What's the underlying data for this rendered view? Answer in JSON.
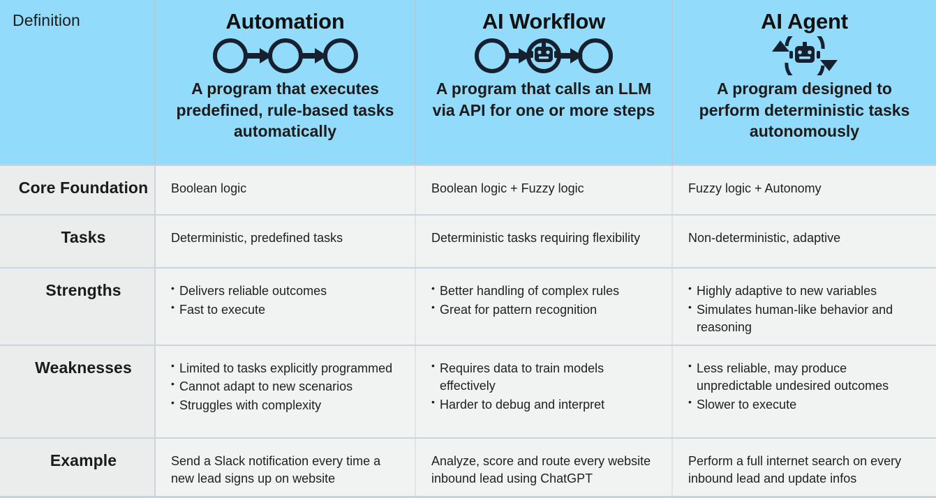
{
  "theme": {
    "header_bg": "#93dbfb",
    "label_bg": "#ebecec",
    "cell_bg": "#f1f2f2",
    "border": "#ccd5de",
    "text": "#1b1b1b"
  },
  "header": {
    "label": "Definition",
    "columns": [
      {
        "title": "Automation",
        "icon": "circle-arrow-circle-arrow-circle-icon",
        "description": "A program that executes predefined, rule-based tasks automatically"
      },
      {
        "title": "AI Workflow",
        "icon": "circle-arrow-robot-arrow-circle-icon",
        "description": "A program that calls an LLM via API for one or more steps"
      },
      {
        "title": "AI Agent",
        "icon": "robot-loop-arrows-icon",
        "description": "A program designed to perform deterministic tasks autonomously"
      }
    ]
  },
  "rows": [
    {
      "label": "Core Foundation",
      "cells": [
        {
          "type": "text",
          "text": "Boolean logic"
        },
        {
          "type": "text",
          "text": "Boolean logic + Fuzzy logic"
        },
        {
          "type": "text",
          "text": "Fuzzy logic + Autonomy"
        }
      ]
    },
    {
      "label": "Tasks",
      "cells": [
        {
          "type": "text",
          "text": "Deterministic, predefined tasks"
        },
        {
          "type": "text",
          "text": "Deterministic tasks requiring flexibility"
        },
        {
          "type": "text",
          "text": "Non-deterministic, adaptive"
        }
      ]
    },
    {
      "label": "Strengths",
      "cells": [
        {
          "type": "bullets",
          "items": [
            "Delivers reliable outcomes",
            "Fast to execute"
          ]
        },
        {
          "type": "bullets",
          "items": [
            "Better handling of complex rules",
            "Great for pattern recognition"
          ]
        },
        {
          "type": "bullets",
          "items": [
            "Highly adaptive to new variables",
            "Simulates human-like behavior and reasoning"
          ]
        }
      ]
    },
    {
      "label": "Weaknesses",
      "cells": [
        {
          "type": "bullets",
          "items": [
            "Limited to tasks explicitly programmed",
            "Cannot adapt to new scenarios",
            "Struggles with complexity"
          ]
        },
        {
          "type": "bullets",
          "items": [
            "Requires data to train models effectively",
            "Harder to debug and interpret"
          ]
        },
        {
          "type": "bullets",
          "items": [
            "Less reliable, may produce unpredictable undesired outcomes",
            "Slower to execute"
          ]
        }
      ]
    },
    {
      "label": "Example",
      "cells": [
        {
          "type": "text",
          "text": "Send a Slack notification every time a new lead signs up on website"
        },
        {
          "type": "text",
          "text": "Analyze, score and route every website inbound lead using ChatGPT"
        },
        {
          "type": "text",
          "text": "Perform a full internet search on every inbound lead and update infos"
        }
      ]
    }
  ]
}
